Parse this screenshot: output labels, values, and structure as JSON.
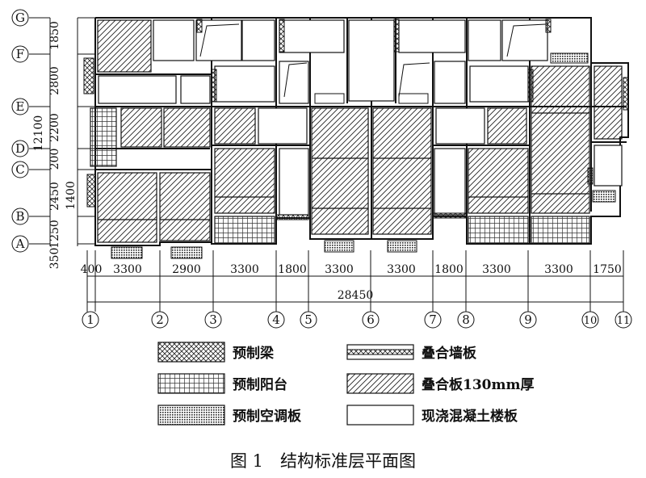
{
  "row_axes": [
    "G",
    "F",
    "E",
    "D",
    "C",
    "B",
    "A"
  ],
  "row_dims": [
    "1850",
    "2800",
    "2200",
    "200",
    "2450",
    "1400",
    "1250",
    "350"
  ],
  "row_total": "12100",
  "col_axes": [
    "1",
    "2",
    "3",
    "4",
    "5",
    "6",
    "7",
    "8",
    "9",
    "10",
    "11"
  ],
  "col_dims": [
    "400",
    "3300",
    "2900",
    "3300",
    "1800",
    "3300",
    "3300",
    "1800",
    "3300",
    "3300",
    "1750"
  ],
  "col_total": "28450",
  "legend": {
    "precast_beam": "预制梁",
    "precast_balcony": "预制阳台",
    "precast_ac_panel": "预制空调板",
    "composite_wall": "叠合墙板",
    "composite_slab": "叠合板130mm厚",
    "cast_in_place": "现浇混凝土楼板"
  },
  "caption": "图 1　结构标准层平面图"
}
